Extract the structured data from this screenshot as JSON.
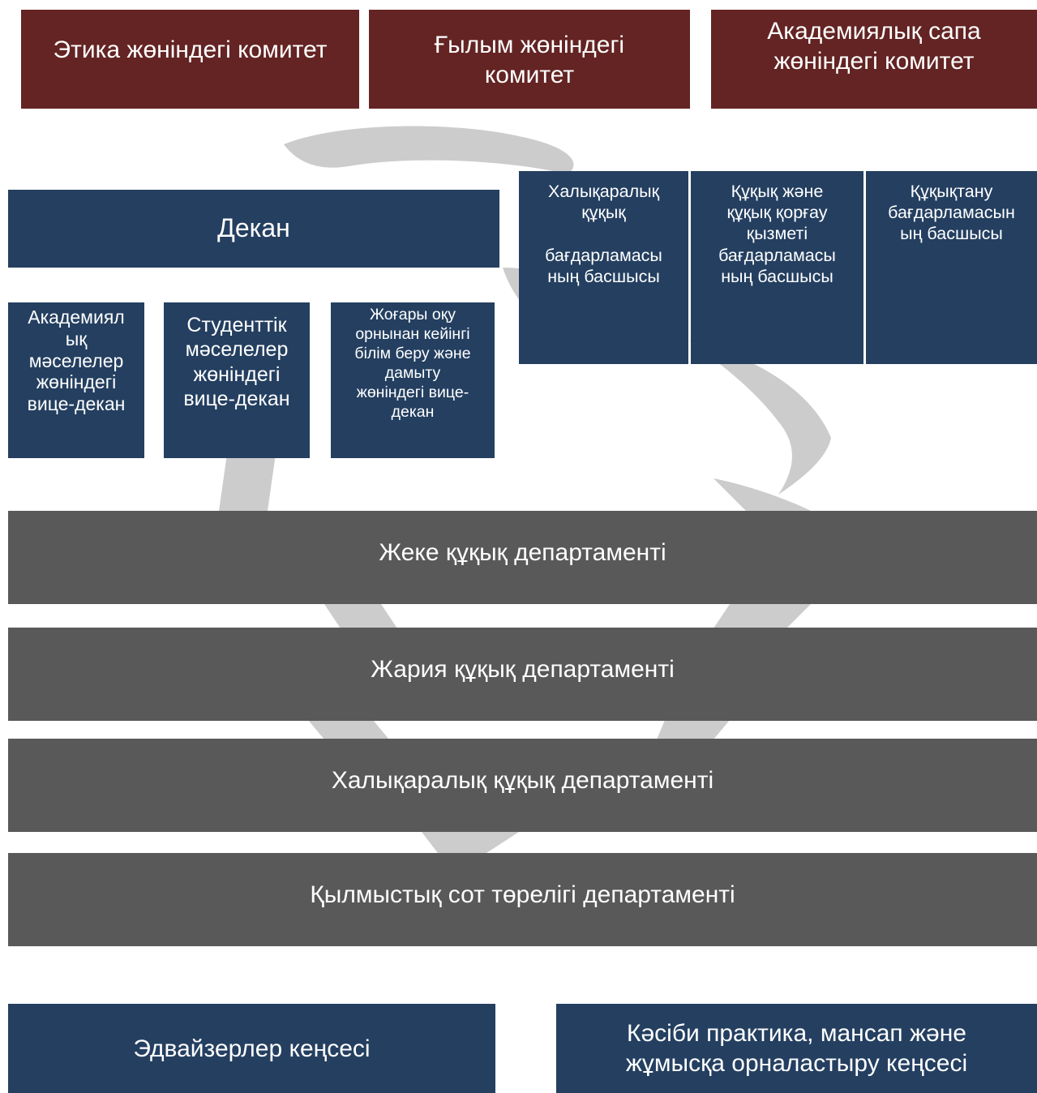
{
  "committees": [
    "Этика жөніндегі комитет",
    "Ғылым жөніндегі\nкомитет",
    "Академиялық сапа\nжөніндегі комитет"
  ],
  "dean": "Декан",
  "vice_deans": [
    "Академиял\nық\nмәселелер\nжөніндегі\nвице-декан",
    "Студенттік\nмәселелер\nжөніндегі\nвице-декан",
    "Жоғары оқу\nорнынан кейінгі\nбілім беру және\nдамыту\nжөніндегі вице-\nдекан"
  ],
  "program_heads": [
    "Халықаралық\nқұқық\n\nбағдарламасы\nның басшысы",
    "Құқық және\nқұқық қорғау\nқызметі\nбағдарламасы\nның басшысы",
    "Құқықтану\nбағдарламасын\nың басшысы"
  ],
  "departments": [
    "Жеке құқық департаменті",
    "Жария құқық департаменті",
    "Халықаралық құқық департаменті",
    "Қылмыстық сот төрелігі департаменті"
  ],
  "offices": [
    "Эдвайзерлер кеңсесі",
    "Кәсіби практика, мансап және\nжұмысқа орналастыру кеңсесі"
  ],
  "colors": {
    "committee": "#632423",
    "leadership": "#243f60",
    "department": "#595959",
    "watermark": "#cfcfcf"
  }
}
